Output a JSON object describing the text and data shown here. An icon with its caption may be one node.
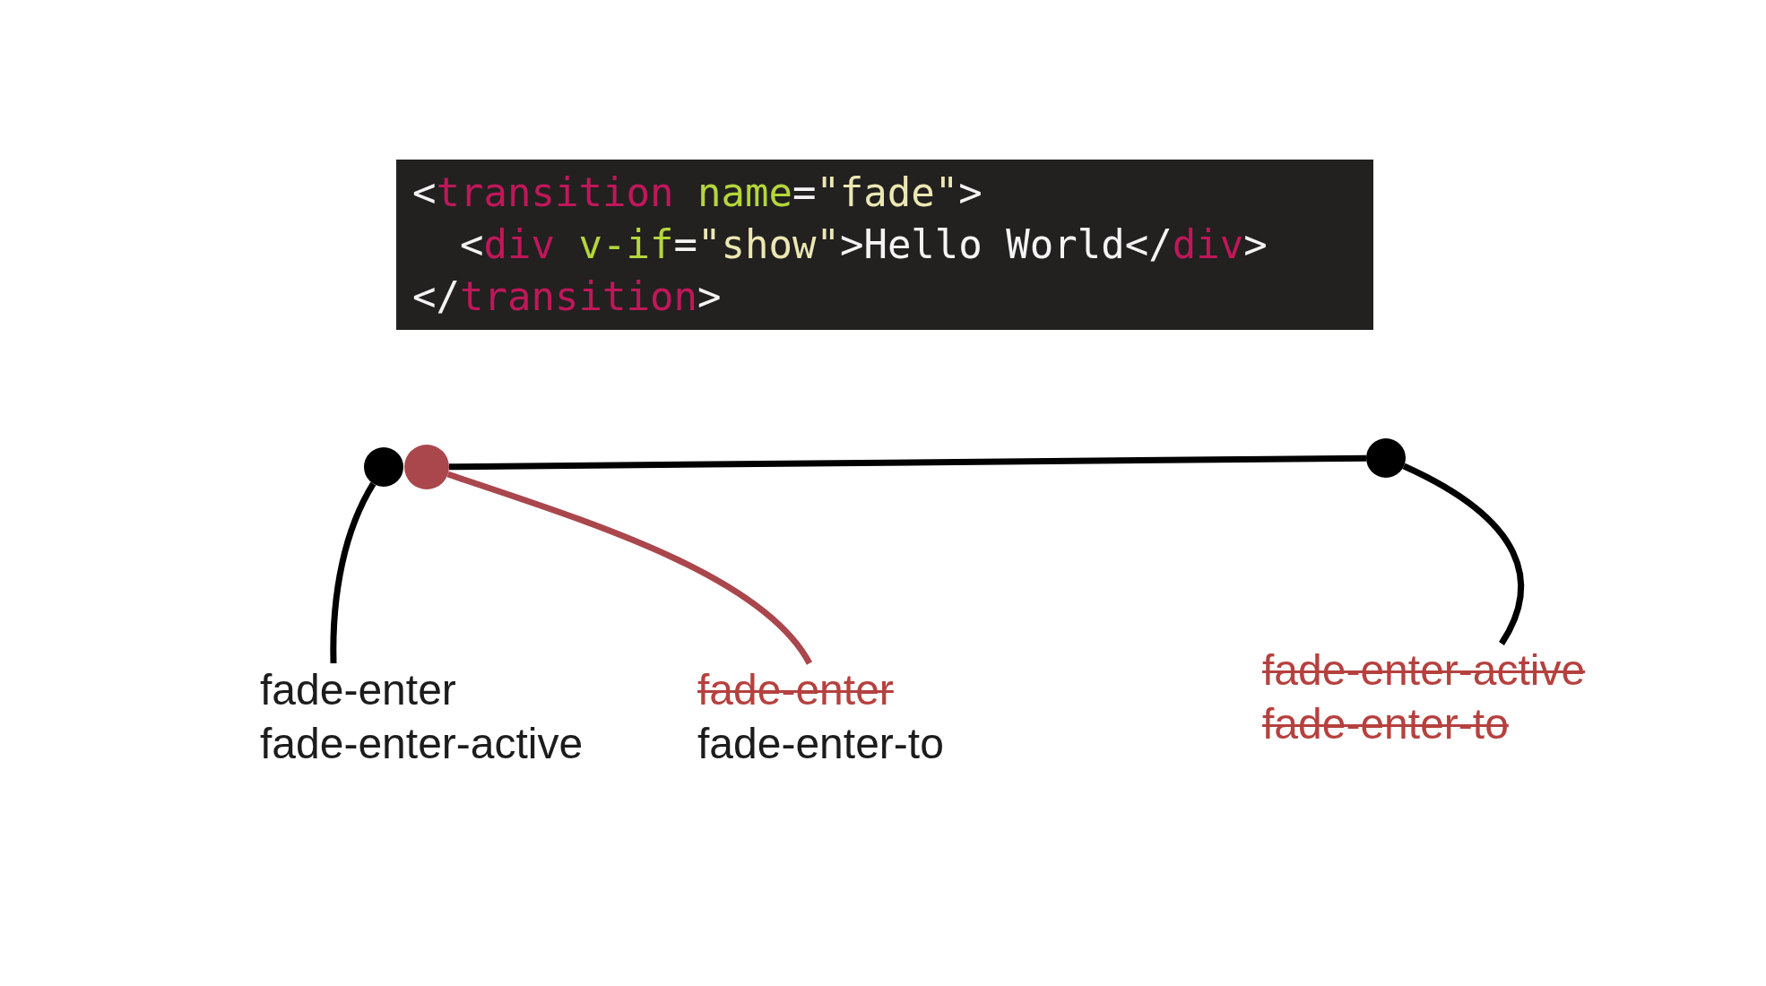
{
  "diagram": {
    "nodes": [
      {
        "text": [
          "<transition name=\"fade\">",
          "  <div v-if=\"show\">Hello World</div>",
          "</transition>"
        ]
      },
      {
        "text": [],
        "shape": "circle"
      },
      {
        "text": [],
        "shape": "circle"
      },
      {
        "text": [],
        "shape": "circle"
      },
      {
        "text": [
          "fade-enter",
          "fade-enter-active"
        ]
      },
      {
        "text": [
          "fade-enter",
          "fade-enter-to"
        ]
      },
      {
        "text": [
          "fade-enter-active",
          "fade-enter-to"
        ]
      }
    ],
    "edges": [
      {
        "from": 2,
        "to": 3,
        "arrow": "none"
      },
      {
        "from": 1,
        "to": 4,
        "arrow": "none"
      },
      {
        "from": 2,
        "to": 5,
        "arrow": "none",
        "color": "#a9474d"
      },
      {
        "from": 3,
        "to": 6,
        "arrow": "none"
      }
    ]
  }
}
